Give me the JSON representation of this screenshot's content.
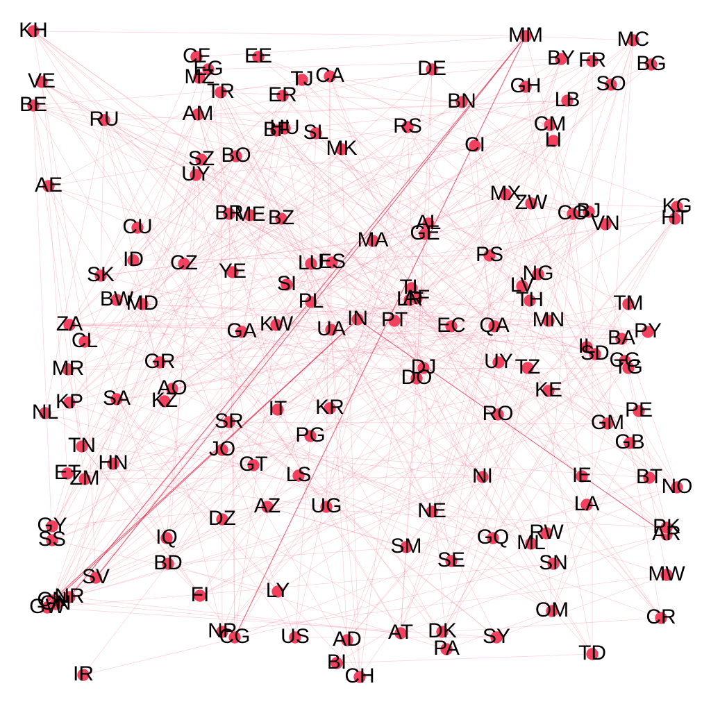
{
  "graph": {
    "node_color": "#f2415f",
    "edge_color": "#f06a86",
    "strong_edge_color": "#e0304f",
    "label_color": "#000000",
    "nodes": [
      "KH",
      "VE",
      "BE",
      "AE",
      "RU",
      "CF",
      "MZ",
      "EC_TOP",
      "EE",
      "TJ",
      "CA",
      "ER",
      "TR",
      "AM",
      "BF",
      "HU",
      "SL",
      "MK",
      "BO",
      "SZ",
      "UY_TOP",
      "DE",
      "BN",
      "RS",
      "CI",
      "MM",
      "BY",
      "FR",
      "MC",
      "BG",
      "GH",
      "SO",
      "LB",
      "CM",
      "LI",
      "MX",
      "ZW",
      "CO",
      "BJ",
      "VN",
      "KG",
      "HT",
      "BR",
      "ME",
      "BZ",
      "AL",
      "GE",
      "MA",
      "CU",
      "ID",
      "CZ",
      "YE",
      "LU",
      "ES",
      "PS",
      "NG",
      "LV",
      "TH",
      "TM",
      "SK",
      "BW",
      "MD",
      "SI",
      "PL",
      "TL",
      "LR",
      "AF",
      "ZA",
      "CL",
      "GA",
      "KW",
      "UA",
      "IN",
      "PT",
      "EC",
      "QA",
      "MN",
      "BA",
      "PY",
      "IL",
      "SD",
      "CG",
      "TG",
      "MR",
      "GR",
      "AO",
      "KZ",
      "SA",
      "UY",
      "TZ",
      "DJ",
      "DO",
      "KE",
      "NL",
      "KP",
      "IT",
      "KR",
      "SR",
      "PG",
      "PE",
      "GM",
      "GB",
      "RO",
      "TN",
      "JO",
      "HN",
      "ET",
      "ZM",
      "GT",
      "LS",
      "NI",
      "IE",
      "BT",
      "NO",
      "AZ",
      "UG",
      "DZ",
      "NE",
      "LA",
      "GY",
      "SS",
      "IQ",
      "BD",
      "SM",
      "GQ",
      "RW",
      "ML",
      "SE",
      "AR",
      "PK",
      "SN",
      "MW",
      "SV",
      "OM",
      "CN",
      "NR",
      "GW",
      "GN",
      "FI",
      "LY",
      "CR",
      "NP",
      "CG2",
      "US",
      "AD",
      "AT",
      "DK",
      "PA",
      "SY",
      "TD",
      "BI",
      "CH",
      "IR"
    ],
    "labels": [
      "KH",
      "VE",
      "BE",
      "AE",
      "RU",
      "CF",
      "MZ",
      "EG",
      "EE",
      "TJ",
      "CA",
      "ER",
      "TR",
      "AM",
      "BF",
      "HU",
      "SL",
      "MK",
      "BO",
      "SZ",
      "UY",
      "DE",
      "BN",
      "RS",
      "CI",
      "MM",
      "BY",
      "FR",
      "MC",
      "BG",
      "GH",
      "SO",
      "LB",
      "CM",
      "LI",
      "MX",
      "ZW",
      "CO",
      "BJ",
      "VN",
      "KG",
      "HT",
      "BR",
      "ME",
      "BZ",
      "AL",
      "GE",
      "MA",
      "CU",
      "ID",
      "CZ",
      "YE",
      "LU",
      "ES",
      "PS",
      "NG",
      "LV",
      "TH",
      "TM",
      "SK",
      "BW",
      "MD",
      "SI",
      "PL",
      "TL",
      "LR",
      "AF",
      "ZA",
      "CL",
      "GA",
      "KW",
      "UA",
      "IN",
      "PT",
      "EC",
      "QA",
      "MN",
      "BA",
      "PY",
      "IL",
      "SD",
      "CG",
      "TG",
      "MR",
      "GR",
      "AO",
      "KZ",
      "SA",
      "UY",
      "TZ",
      "DJ",
      "DO",
      "KE",
      "NL",
      "KP",
      "IT",
      "KR",
      "SR",
      "PG",
      "PE",
      "GM",
      "GB",
      "RO",
      "TN",
      "JO",
      "HN",
      "ET",
      "ZM",
      "GT",
      "LS",
      "NI",
      "IE",
      "BT",
      "NO",
      "AZ",
      "UG",
      "DZ",
      "NE",
      "LA",
      "GY",
      "SS",
      "IQ",
      "BD",
      "SM",
      "GQ",
      "RW",
      "ML",
      "SE",
      "AR",
      "PK",
      "SN",
      "MW",
      "SV",
      "OM",
      "CN",
      "NR",
      "GW",
      "GN",
      "FI",
      "LY",
      "CR",
      "NP",
      "CG",
      "US",
      "AD",
      "AT",
      "DK",
      "PA",
      "SY",
      "TD",
      "BI",
      "CH",
      "IR"
    ]
  }
}
